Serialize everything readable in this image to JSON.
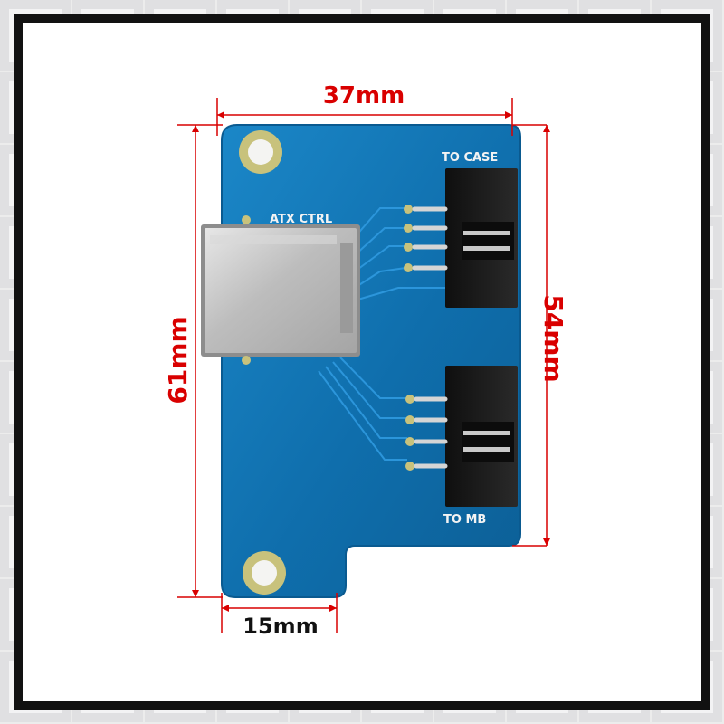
{
  "dimensions": {
    "width_label": "37mm",
    "height_label": "61mm",
    "right_height_label": "54mm",
    "bottom_width_label": "15mm"
  },
  "board": {
    "jack_label": "ATX CTRL",
    "top_header_label": "TO CASE",
    "bottom_header_label": "TO MB"
  },
  "colors": {
    "pcb": "#0e6fae",
    "pcb_edge": "#0a5a90",
    "dimension": "#d90000",
    "border": "#111111",
    "metal": "#c9c9c9",
    "header": "#1b1b1b",
    "pad_gold": "#c8c27c"
  }
}
